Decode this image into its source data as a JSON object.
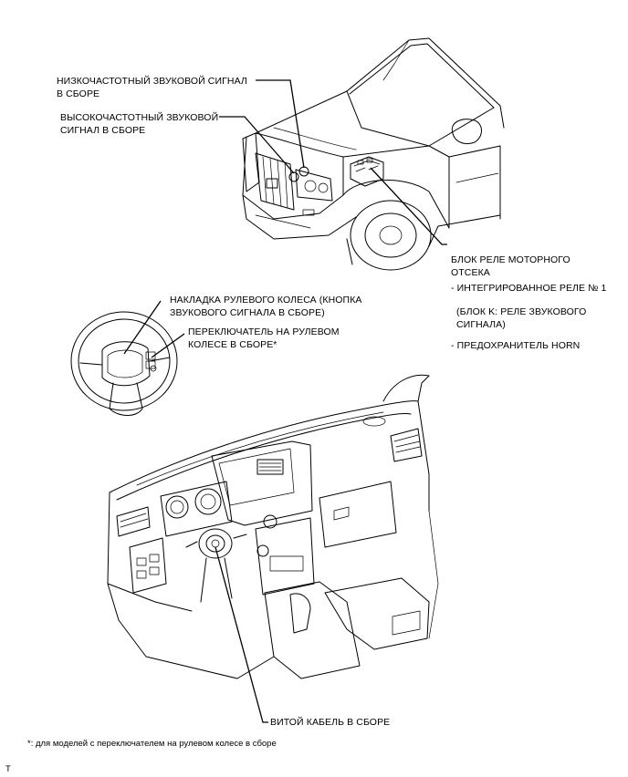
{
  "labels": {
    "low_horn": "НИЗКОЧАСТОТНЫЙ ЗВУКОВОЙ СИГНАЛ\nВ СБОРЕ",
    "high_horn": "ВЫСОКОЧАСТОТНЫЙ ЗВУКОВОЙ\nСИГНАЛ В СБОРЕ",
    "relay_block": "БЛОК РЕЛЕ МОТОРНОГО\nОТСЕКА",
    "relay_item1": "- ИНТЕГРИРОВАННОЕ РЕЛЕ № 1",
    "relay_item1_note": "(БЛОК K: РЕЛЕ ЗВУКОВОГО\nСИГНАЛА)",
    "relay_item2": "- ПРЕДОХРАНИТЕЛЬ HORN",
    "wheel_pad": "НАКЛАДКА РУЛЕВОГО КОЛЕСА (КНОПКА\nЗВУКОВОГО СИГНАЛА В СБОРЕ)",
    "wheel_switch": "ПЕРЕКЛЮЧАТЕЛЬ НА РУЛЕВОМ\nКОЛЕСЕ В СБОРЕ*",
    "spiral_cable": "ВИТОЙ КАБЕЛЬ В СБОРЕ"
  },
  "footnote": "*: для моделей с переключателем на рулевом колесе в сборе",
  "corner_mark": "T"
}
